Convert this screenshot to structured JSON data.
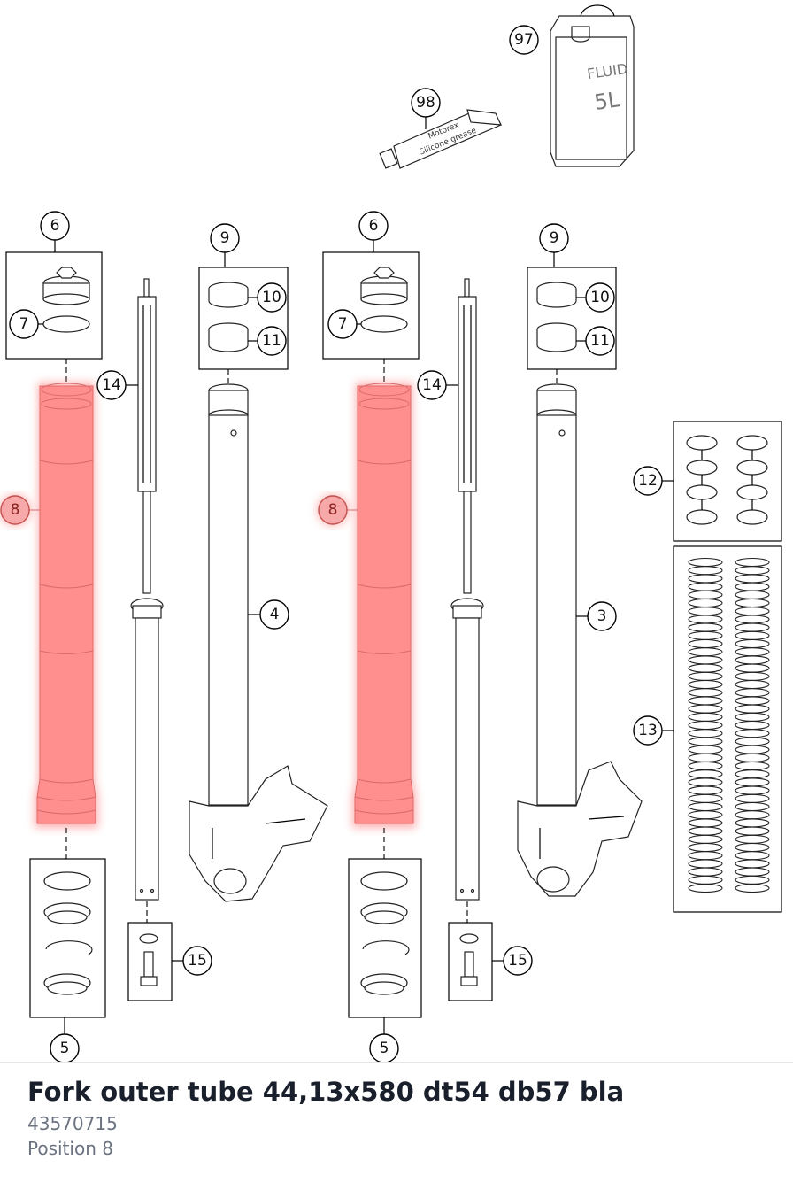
{
  "callouts": {
    "c97": "97",
    "c98": "98",
    "c6a": "6",
    "c7a": "7",
    "c8a": "8",
    "c9a": "9",
    "c10a": "10",
    "c11a": "11",
    "c14a": "14",
    "c4": "4",
    "c15a": "15",
    "c5a": "5",
    "c6b": "6",
    "c7b": "7",
    "c8b": "8",
    "c9b": "9",
    "c10b": "10",
    "c11b": "11",
    "c14b": "14",
    "c3": "3",
    "c15b": "15",
    "c5b": "5",
    "c12": "12",
    "c13": "13"
  },
  "labels": {
    "fluid_can_line1": "FLUID",
    "fluid_can_line2": "5L",
    "grease_tube_line1": "Motorex",
    "grease_tube_line2": "Silicone grease"
  },
  "highlight": {
    "position": "8",
    "color": "#ff8f8f"
  },
  "part": {
    "title": "Fork outer tube 44,13x580 dt54 db57 bla",
    "number": "43570715",
    "position_label": "Position 8"
  }
}
